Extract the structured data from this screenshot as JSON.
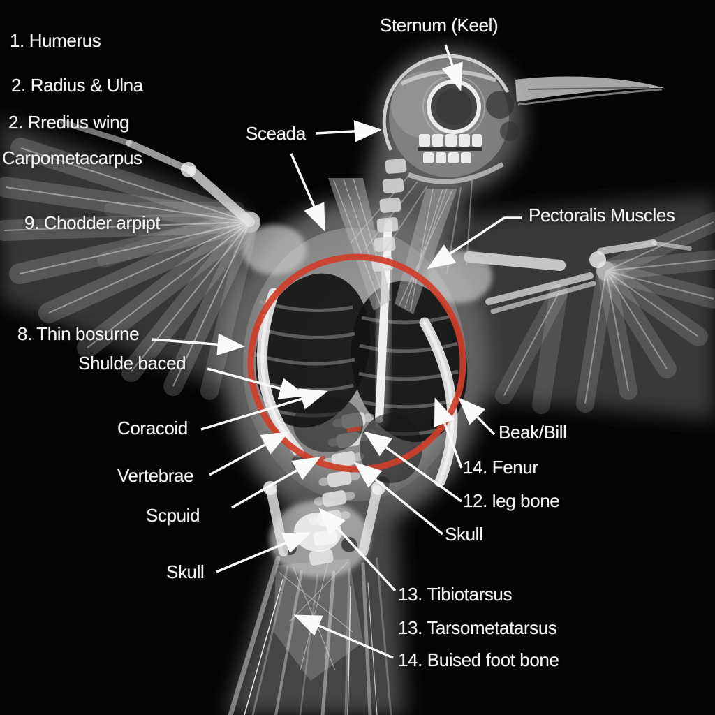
{
  "figure": {
    "description": "X-ray of a bird with spread wings, dorsal view, annotated with anatomical labels and a red highlight circle around the chest cavity",
    "background_color": "#050505",
    "label_color": "#f4f4f4",
    "leader_line_color": "#fafafa",
    "highlight_circle_color": "#cf3e29"
  },
  "annotations": {
    "labels": [
      {
        "id": "humerus",
        "text": "1. Humerus"
      },
      {
        "id": "radius-ulna",
        "text": "2. Radius & Ulna"
      },
      {
        "id": "rredius-wing",
        "text": "2. Rredius wing"
      },
      {
        "id": "carpometacarpus",
        "text": "Carpometacarpus"
      },
      {
        "id": "sternum-keel",
        "text": "Sternum (Keel)"
      },
      {
        "id": "sceada",
        "text": "Sceada"
      },
      {
        "id": "pectoralis",
        "text": "Pectoralis Muscles"
      },
      {
        "id": "chodder-arpipt",
        "text": "9. Chodder arpipt"
      },
      {
        "id": "thin-bosurne",
        "text": "8. Thin bosurne"
      },
      {
        "id": "shulde-baced",
        "text": "Shulde baced"
      },
      {
        "id": "coracoid",
        "text": "Coracoid"
      },
      {
        "id": "vertebrae",
        "text": "Vertebrae"
      },
      {
        "id": "scpuid",
        "text": "Scpuid"
      },
      {
        "id": "skull-left",
        "text": "Skull"
      },
      {
        "id": "beak-bill",
        "text": "Beak/Bill"
      },
      {
        "id": "fenur",
        "text": "14. Fenur"
      },
      {
        "id": "leg-bone",
        "text": "12. leg bone"
      },
      {
        "id": "skull-right",
        "text": "Skull"
      },
      {
        "id": "tibiotarsus",
        "text": "13. Tibiotarsus"
      },
      {
        "id": "tarsometatarsus",
        "text": "13. Tarsometatarsus"
      },
      {
        "id": "buised-foot-bone",
        "text": "14. Buised foot bone"
      }
    ]
  }
}
